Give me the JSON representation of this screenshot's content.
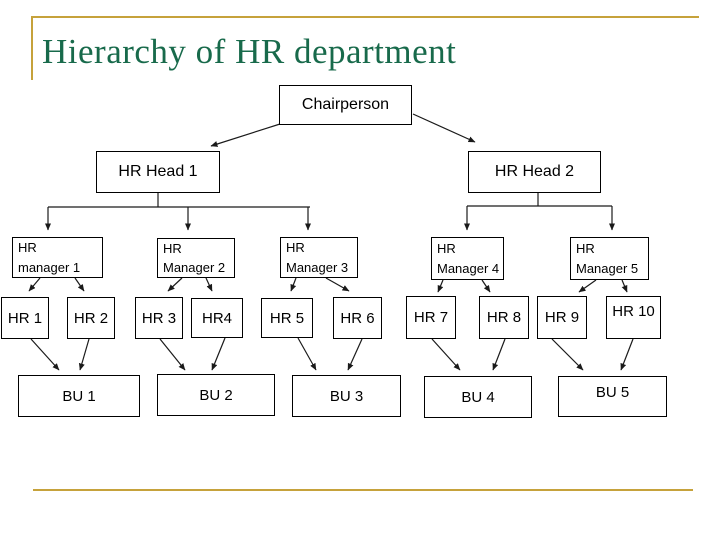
{
  "slide": {
    "title": "Hierarchy of HR department",
    "title_color": "#186A4B",
    "accent_color": "#C6A23B",
    "box_border_color": "#000000"
  },
  "org_chart": {
    "root": "Chairperson",
    "heads": [
      "HR Head 1",
      "HR Head 2"
    ],
    "managers": [
      {
        "line1": "HR",
        "line2": "manager 1"
      },
      {
        "line1": "HR",
        "line2": "Manager 2"
      },
      {
        "line1": "HR",
        "line2": "Manager 3"
      },
      {
        "line1": "HR",
        "line2": "Manager 4"
      },
      {
        "line1": "HR",
        "line2": "Manager 5"
      }
    ],
    "hr_staff": [
      "HR 1",
      "HR 2",
      "HR 3",
      "HR4",
      "HR 5",
      "HR 6",
      "HR 7",
      "HR 8",
      "HR 9",
      "HR 10"
    ],
    "business_units": [
      "BU 1",
      "BU 2",
      "BU 3",
      "BU 4",
      "BU 5"
    ]
  }
}
